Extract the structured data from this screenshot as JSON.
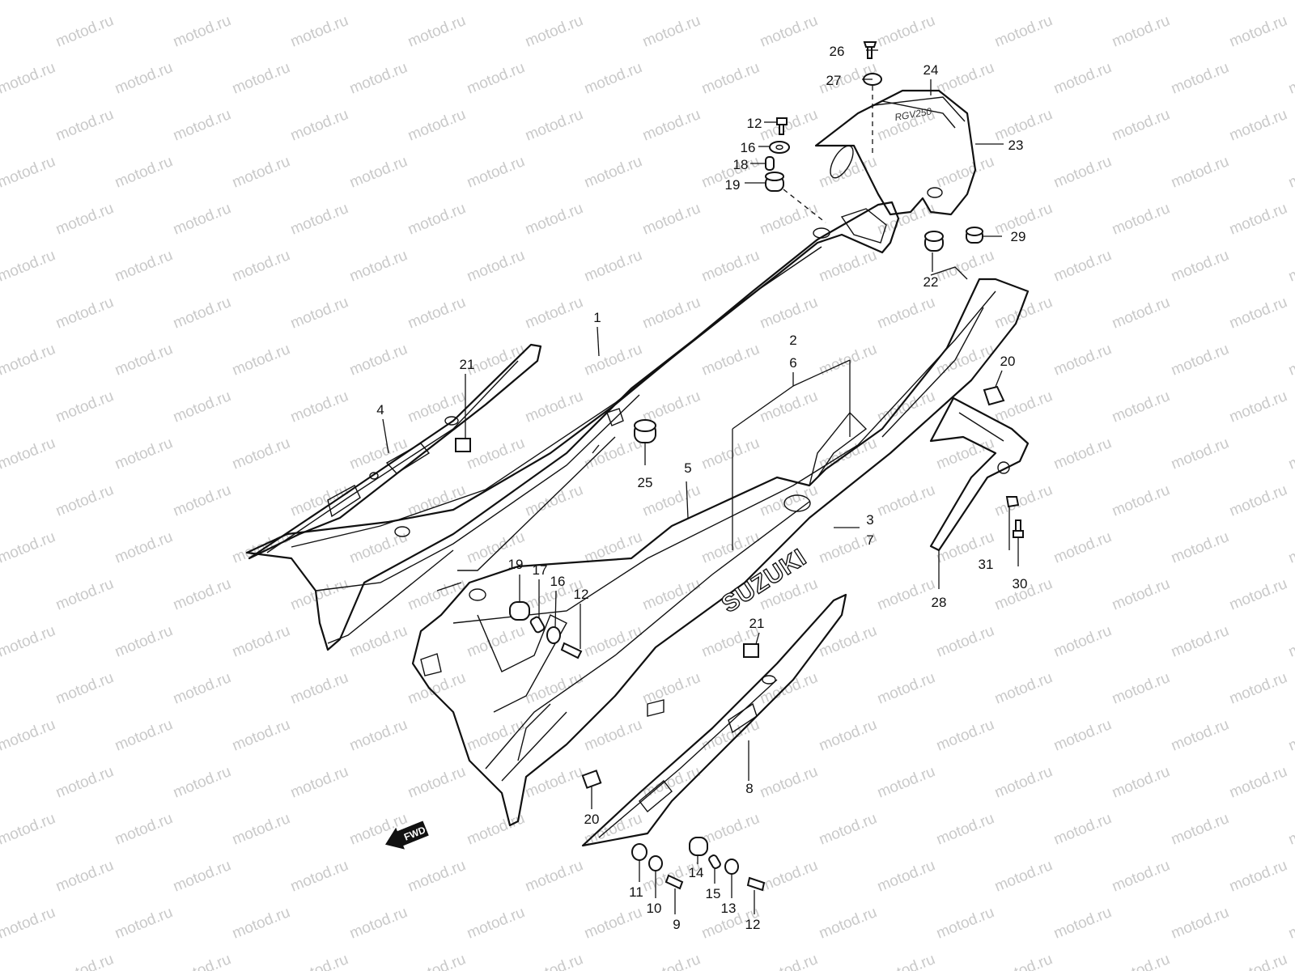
{
  "watermark": "motod.ru",
  "brand_text": "SUZUKI",
  "fwd_label": "FWD",
  "callouts": {
    "n1": "1",
    "n2": "2",
    "n3": "3",
    "n4": "4",
    "n5": "5",
    "n6": "6",
    "n7": "7",
    "n8": "8",
    "n9": "9",
    "n10": "10",
    "n11": "11",
    "n12a": "12",
    "n12b": "12",
    "n12c": "12",
    "n13": "13",
    "n14": "14",
    "n15": "15",
    "n16a": "16",
    "n16b": "16",
    "n17": "17",
    "n18": "18",
    "n19a": "19",
    "n19b": "19",
    "n20a": "20",
    "n20b": "20",
    "n21a": "21",
    "n21b": "21",
    "n22": "22",
    "n23": "23",
    "n24": "24",
    "n25": "25",
    "n26": "26",
    "n27": "27",
    "n28": "28",
    "n29": "29",
    "n30": "30",
    "n31": "31"
  }
}
